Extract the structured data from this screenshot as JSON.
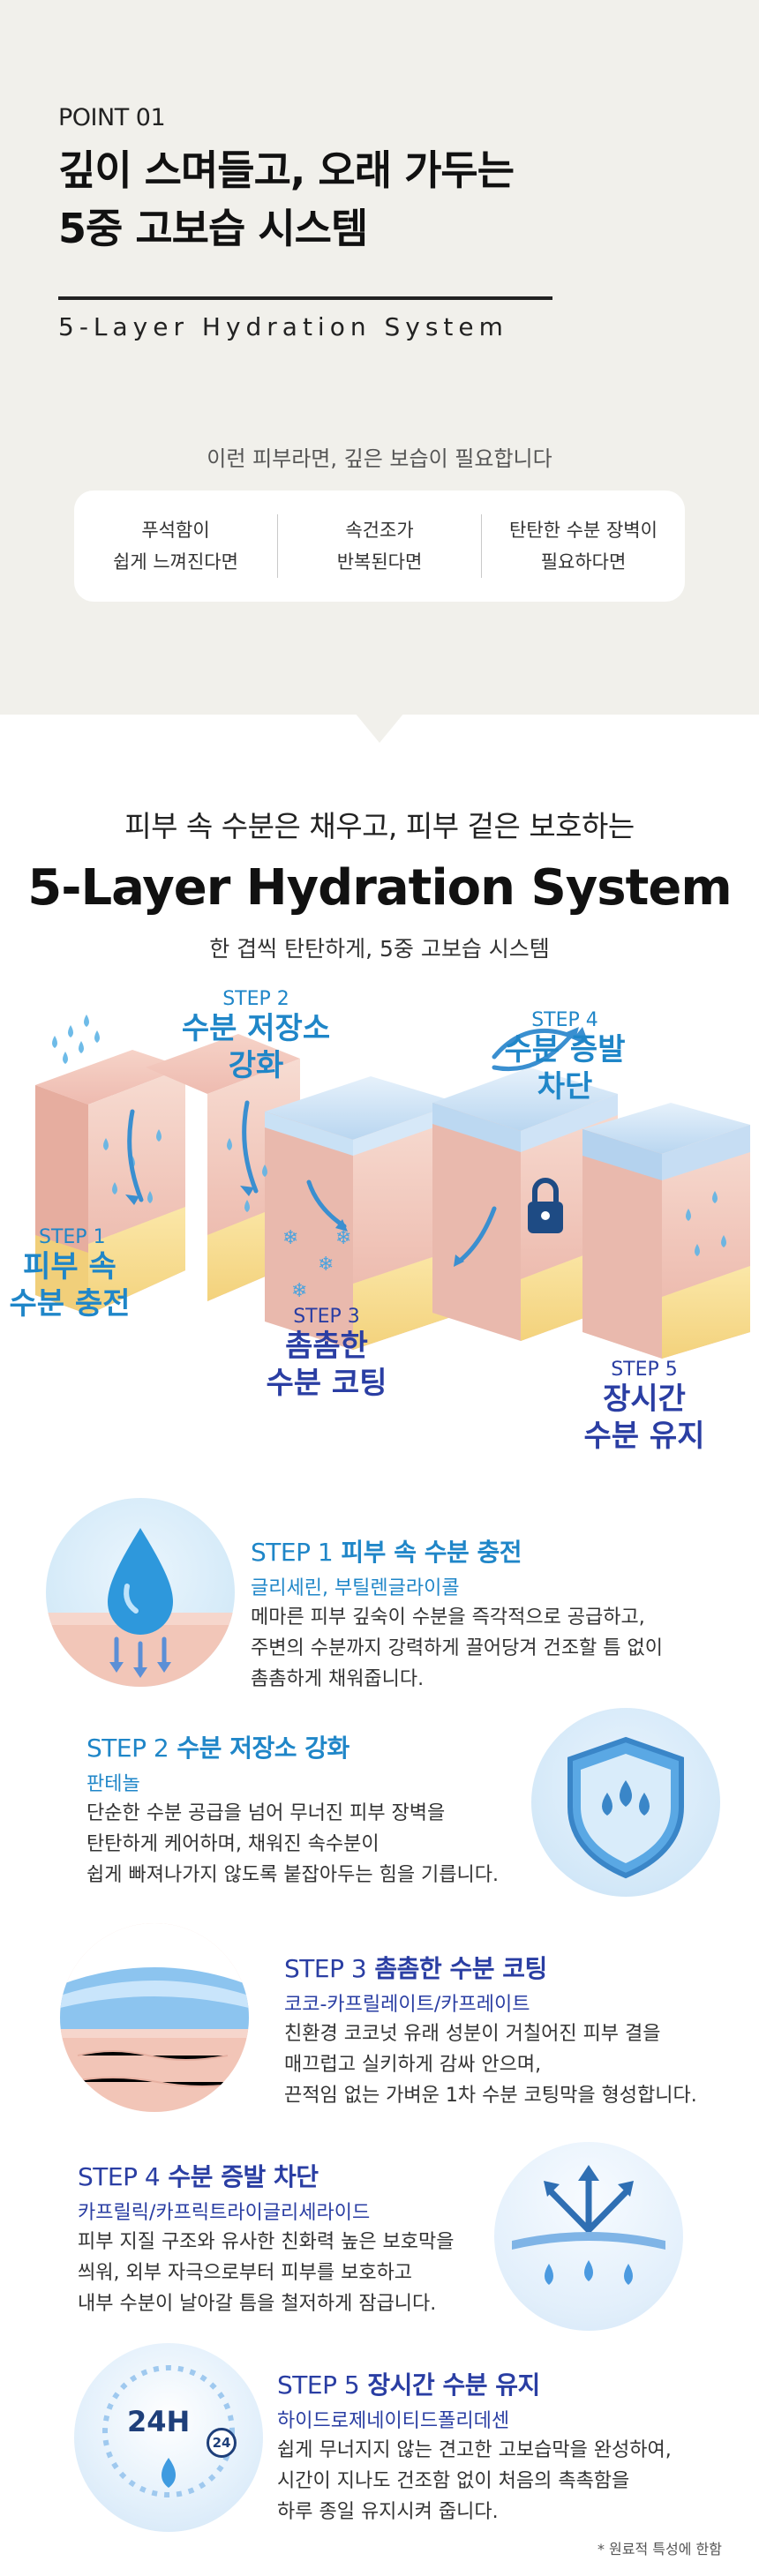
{
  "point": {
    "label": "POINT 01"
  },
  "headline": {
    "line1": "깊이 스며들고, 오래 가두는",
    "line2": "5중 고보습 시스템"
  },
  "subtitle_en": "5-Layer Hydration System",
  "needs": {
    "title": "이런 피부라면, 깊은 보습이 필요합니다",
    "items": [
      {
        "line1": "푸석함이",
        "line2": "쉽게 느껴진다면"
      },
      {
        "line1": "속건조가",
        "line2": "반복된다면"
      },
      {
        "line1": "탄탄한 수분 장벽이",
        "line2": "필요하다면"
      }
    ]
  },
  "system": {
    "lead": "피부 속 수분은 채우고, 피부 겉은 보호하는",
    "title": "5-Layer Hydration System",
    "sub": "한 겹씩 탄탄하게, 5중 고보습 시스템"
  },
  "illustration_labels": [
    {
      "step": "STEP 1",
      "line1": "피부 속",
      "line2": "수분 충전"
    },
    {
      "step": "STEP 2",
      "line1": "수분 저장소",
      "line2": "강화"
    },
    {
      "step": "STEP 3",
      "line1": "촘촘한",
      "line2": "수분 코팅"
    },
    {
      "step": "STEP 4",
      "line1": "수분 증발",
      "line2": "차단"
    },
    {
      "step": "STEP 5",
      "line1": "장시간",
      "line2": "수분 유지"
    }
  ],
  "steps": [
    {
      "num": "STEP 1",
      "title": "피부 속 수분 충전",
      "ingredient": "글리세린, 부틸렌글라이콜",
      "desc": [
        "메마른 피부 깊숙이 수분을 즉각적으로 공급하고,",
        "주변의 수분까지 강력하게 끌어당겨 건조할 틈 없이",
        "촘촘하게 채워줍니다."
      ]
    },
    {
      "num": "STEP 2",
      "title": "수분 저장소 강화",
      "ingredient": "판테놀",
      "desc": [
        "단순한 수분 공급을 넘어 무너진 피부 장벽을",
        "탄탄하게 케어하며, 채워진 속수분이",
        "쉽게 빠져나가지 않도록 붙잡아두는 힘을 기릅니다."
      ]
    },
    {
      "num": "STEP 3",
      "title": "촘촘한 수분 코팅",
      "ingredient": "코코-카프릴레이트/카프레이트",
      "desc": [
        "친환경 코코넛 유래 성분이 거칠어진 피부 결을",
        "매끄럽고 실키하게 감싸 안으며,",
        "끈적임 없는 가벼운 1차 수분 코팅막을 형성합니다."
      ]
    },
    {
      "num": "STEP 4",
      "title": "수분 증발 차단",
      "ingredient": "카프릴릭/카프릭트라이글리세라이드",
      "desc": [
        "피부 지질 구조와 유사한 친화력 높은 보호막을",
        "씌워, 외부 자극으로부터 피부를 보호하고",
        "내부 수분이 날아갈 틈을 철저하게 잠급니다."
      ]
    },
    {
      "num": "STEP 5",
      "title": "장시간 수분 유지",
      "ingredient": "하이드로제네이티드폴리데센",
      "desc": [
        "쉽게 무너지지 않는 견고한 고보습막을 완성하여,",
        "시간이 지나도 건조함 없이 처음의 촉촉함을",
        "하루 종일 유지시켜 줍니다."
      ]
    }
  ],
  "badge": {
    "big": "24H",
    "small": "24"
  },
  "footnote": "* 원료적 특성에 한함",
  "colors": {
    "blue": "#1f86c8",
    "navy": "#2a3ea3",
    "beige": "#f1f0eb"
  }
}
